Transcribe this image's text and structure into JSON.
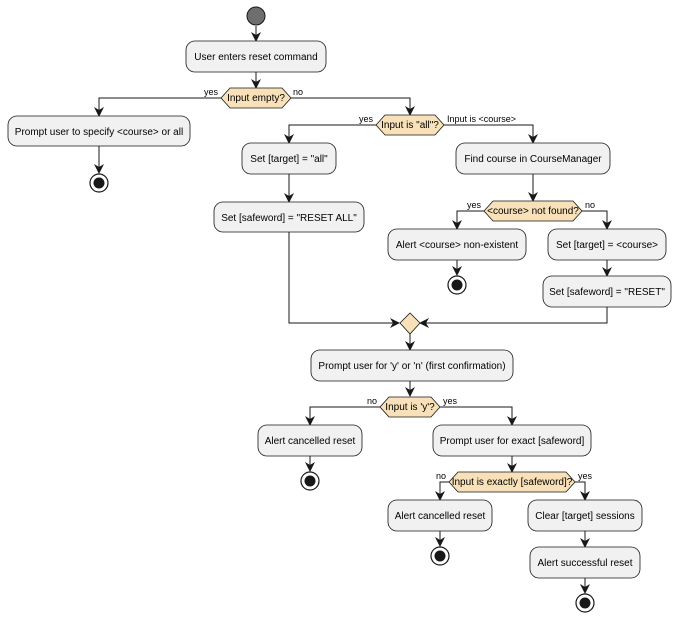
{
  "nodes": {
    "user_enters": "User enters reset command",
    "input_empty": "Input empty?",
    "prompt_specify": "Prompt user to specify <course> or all",
    "input_all": "Input is \"all\"?",
    "set_target_all": "Set [target] = \"all\"",
    "set_safeword_all": "Set [safeword] = \"RESET ALL\"",
    "find_course": "Find course in CourseManager",
    "course_not_found": "<course> not found?",
    "alert_nonexistent": "Alert <course> non-existent",
    "set_target_course": "Set [target] = <course>",
    "set_safeword_reset": "Set [safeword] = \"RESET\"",
    "prompt_y_n": "Prompt user for 'y' or 'n' (first confirmation)",
    "input_y": "Input is 'y'?",
    "alert_cancelled_1": "Alert cancelled reset",
    "prompt_safeword": "Prompt user for exact [safeword]",
    "input_safeword": "Input is exactly [safeword]?",
    "alert_cancelled_2": "Alert cancelled reset",
    "clear_sessions": "Clear [target] sessions",
    "alert_success": "Alert successful reset"
  },
  "labels": {
    "empty_yes": "yes",
    "empty_no": "no",
    "all_yes": "yes",
    "all_course": "Input is <course>",
    "nf_yes": "yes",
    "nf_no": "no",
    "y_no": "no",
    "y_yes": "yes",
    "sw_no": "no",
    "sw_yes": "yes"
  },
  "colors": {
    "activity_fill": "#f1f1f1",
    "decision_fill": "#f8e1b8",
    "line": "#181818",
    "start_node": "#6e6e6e"
  }
}
